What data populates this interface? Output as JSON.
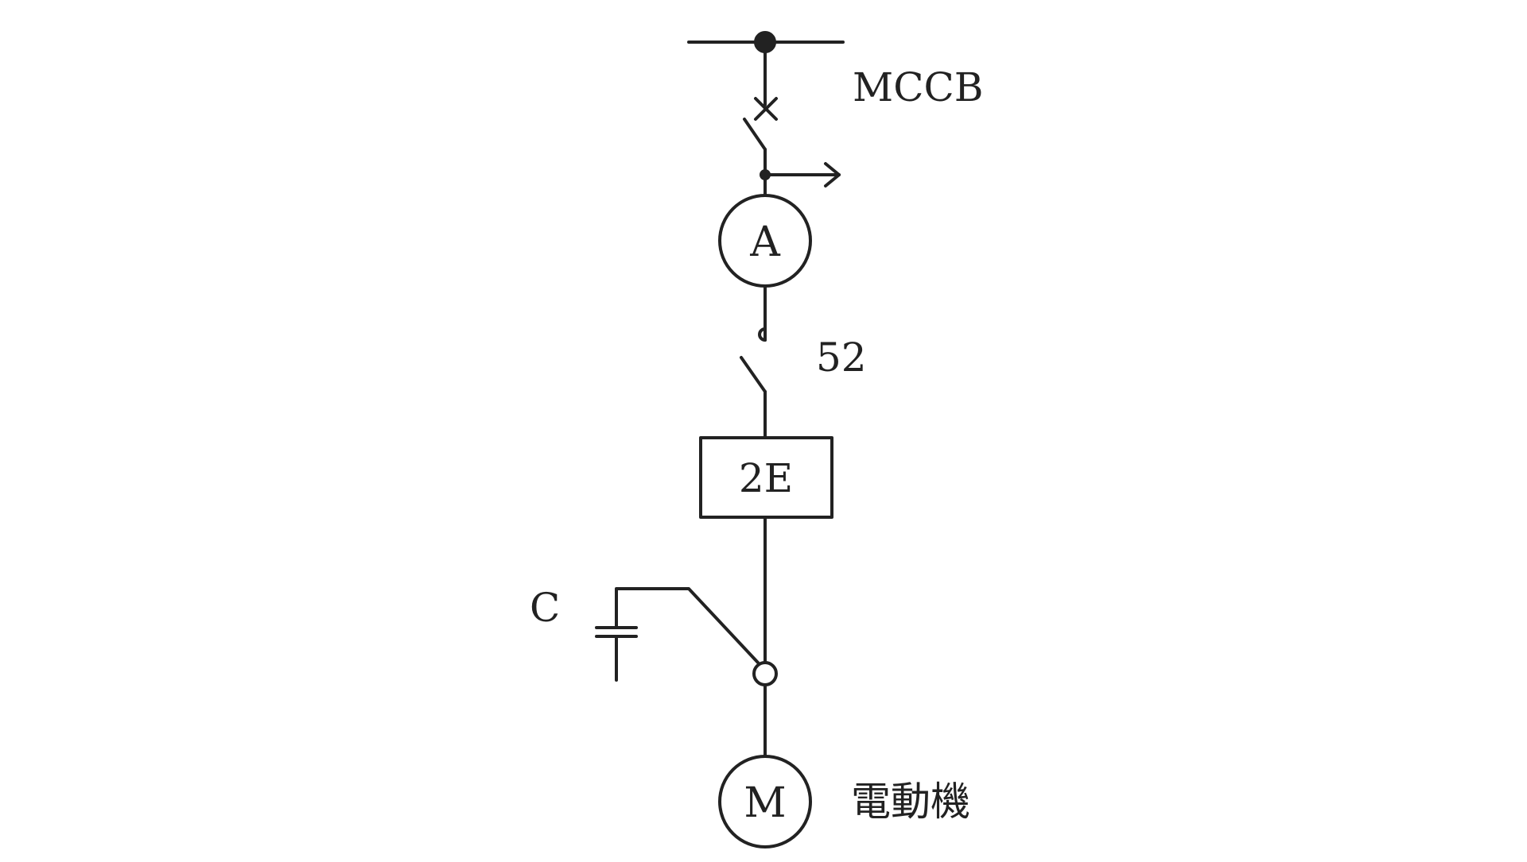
{
  "diagram": {
    "labels": {
      "mccb": "MCCB",
      "ammeter": "A",
      "breaker": "52",
      "relay": "2E",
      "capacitor": "C",
      "motor_symbol": "M",
      "motor_name": "電動機"
    },
    "colors": {
      "line": "#222222",
      "background": "#ffffff"
    }
  }
}
